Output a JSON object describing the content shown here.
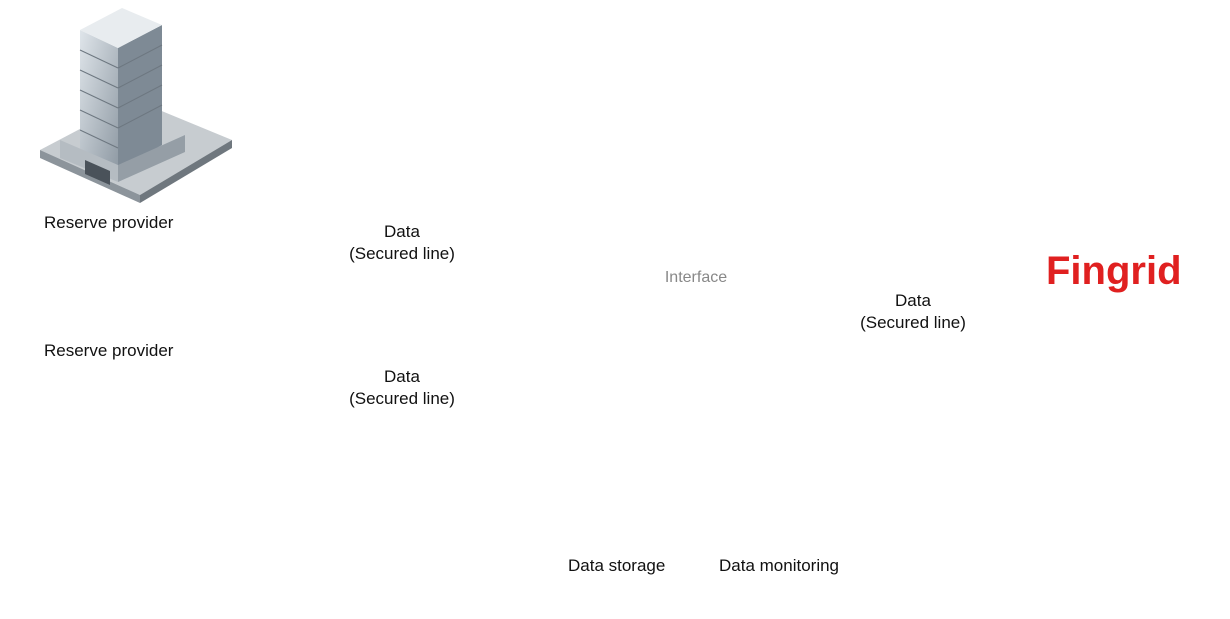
{
  "nodes": {
    "provider_top": {
      "label": "Reserve provider",
      "icon": "office-building-icon"
    },
    "provider_bottom": {
      "label": "Reserve provider",
      "icon": "factory-icon"
    },
    "router": {
      "icon": "wifi-router-icon"
    },
    "interface": {
      "label": "Interface",
      "icon": "cycle-arrows-icon"
    },
    "fingrid": {
      "label": "Fingrid"
    },
    "storage": {
      "label": "Data storage",
      "icon": "database-layers-icon"
    },
    "monitoring": {
      "label": "Data monitoring",
      "icon": "monitor-analytics-icon"
    }
  },
  "links": {
    "top": {
      "line1": "Data",
      "line2": "(Secured line)"
    },
    "bottom": {
      "line1": "Data",
      "line2": "(Secured line)"
    },
    "right": {
      "line1": "Data",
      "line2": "(Secured line)"
    }
  },
  "colors": {
    "arrow": "#2bb0d0",
    "cycle_blue": "#1aa6c8",
    "cycle_gray": "#a3aaa6",
    "brand_red": "#e02020"
  }
}
